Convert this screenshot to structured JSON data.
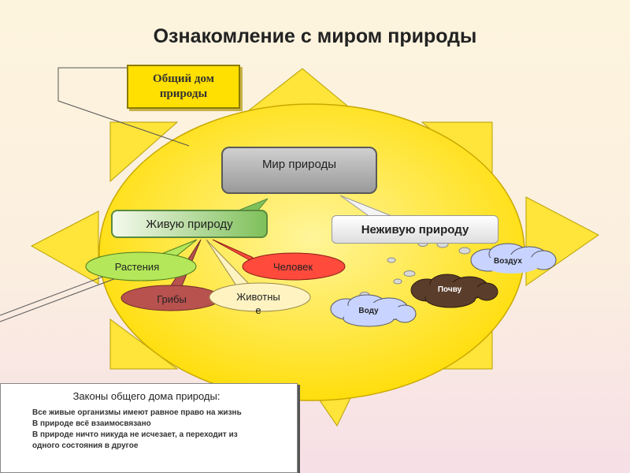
{
  "title": "Ознакомление с миром природы",
  "home_box": [
    "Общий дом",
    "природы"
  ],
  "nature_world": "Мир природы",
  "living": "Живую природу",
  "nonliving": "Неживую природу",
  "living_items": {
    "plants": "Растения",
    "human": "Человек",
    "fungi": "Грибы",
    "animals": [
      "Животны",
      "е"
    ]
  },
  "nonliving_items": {
    "air": "Воздух",
    "soil": "Почву",
    "water": "Воду"
  },
  "laws": {
    "title": "Законы общего дома природы:",
    "bullet": "",
    "items": [
      "Все живые организмы имеют равное право на жизнь",
      "В природе всё взаимосвязано",
      "В природе ничто никуда не исчезает, а переходит из",
      "одного состояния в другое"
    ]
  },
  "colors": {
    "sun": "#ffe21a",
    "sun_ray": "#ffe43a",
    "plants": "#b4e85a",
    "human": "#ff4a3c",
    "fungi": "#b8524f",
    "animals": "#fff3c2",
    "cloud": "#c8d4ff",
    "soil": "#5a3d2a"
  }
}
